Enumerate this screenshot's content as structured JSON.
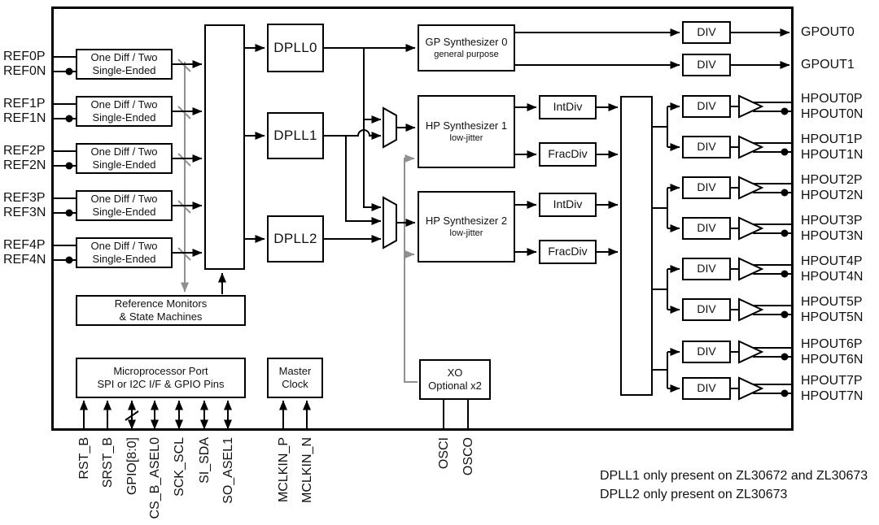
{
  "refs": [
    {
      "p": "REF0P",
      "n": "REF0N"
    },
    {
      "p": "REF1P",
      "n": "REF1N"
    },
    {
      "p": "REF2P",
      "n": "REF2N"
    },
    {
      "p": "REF3P",
      "n": "REF3N"
    },
    {
      "p": "REF4P",
      "n": "REF4N"
    }
  ],
  "ref_block": {
    "l1": "One Diff / Two",
    "l2": "Single-Ended"
  },
  "dplls": [
    "DPLL0",
    "DPLL1",
    "DPLL2"
  ],
  "gp": {
    "title": "GP Synthesizer 0",
    "sub": "general purpose"
  },
  "hp1": {
    "title": "HP Synthesizer 1",
    "sub": "low-jitter"
  },
  "hp2": {
    "title": "HP Synthesizer 2",
    "sub": "low-jitter"
  },
  "divs": {
    "int": "IntDiv",
    "frac": "FracDiv",
    "div": "DIV"
  },
  "monitors": {
    "l1": "Reference Monitors",
    "l2": "& State Machines"
  },
  "micro": {
    "l1": "Microprocessor Port",
    "l2": "SPI or I2C I/F & GPIO Pins"
  },
  "mclk": {
    "l1": "Master",
    "l2": "Clock"
  },
  "xo": {
    "l1": "XO",
    "l2": "Optional x2"
  },
  "gpout": [
    "GPOUT0",
    "GPOUT1"
  ],
  "hpout": [
    {
      "p": "HPOUT0P",
      "n": "HPOUT0N"
    },
    {
      "p": "HPOUT1P",
      "n": "HPOUT1N"
    },
    {
      "p": "HPOUT2P",
      "n": "HPOUT2N"
    },
    {
      "p": "HPOUT3P",
      "n": "HPOUT3N"
    },
    {
      "p": "HPOUT4P",
      "n": "HPOUT4N"
    },
    {
      "p": "HPOUT5P",
      "n": "HPOUT5N"
    },
    {
      "p": "HPOUT6P",
      "n": "HPOUT6N"
    },
    {
      "p": "HPOUT7P",
      "n": "HPOUT7N"
    }
  ],
  "pins": [
    "RST_B",
    "SRST_B",
    "GPIO[8:0]",
    "CS_B_ASEL0",
    "SCK_SCL",
    "SI_SDA",
    "SO_ASEL1",
    "MCLKIN_P",
    "MCLKIN_N",
    "OSCI",
    "OSCO"
  ],
  "notes": [
    "DPLL1 only present on ZL30672 and ZL30673",
    "DPLL2 only present on ZL30673"
  ],
  "colors": {
    "line": "#000000",
    "bus_gray": "#909090",
    "background": "#ffffff"
  }
}
